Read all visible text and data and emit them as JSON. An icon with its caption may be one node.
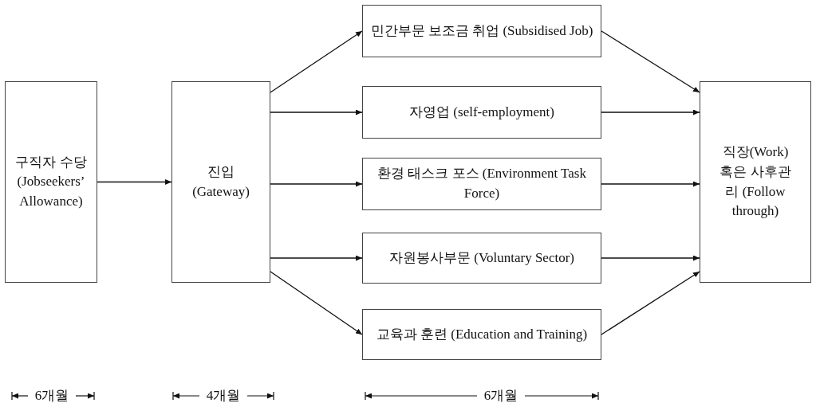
{
  "diagram": {
    "nodes": [
      {
        "text": [
          "구직자 수당 (Jobseekers’ Allowance)"
        ]
      },
      {
        "text": [
          "진입 (Gateway)"
        ]
      },
      {
        "text": [
          "민간부문 보조금 취업 (Subsidised Job)"
        ]
      },
      {
        "text": [
          "자영업 (self-employment)"
        ]
      },
      {
        "text": [
          "환경 태스크 포스 (Environment Task Force)"
        ]
      },
      {
        "text": [
          "자원봉사부문 (Voluntary Sector)"
        ]
      },
      {
        "text": [
          "교육과 훈련 (Education and Training)"
        ]
      },
      {
        "text": [
          "직장(Work) 혹은 사후관리 (Follow through)"
        ]
      }
    ],
    "edges": [
      {
        "from": 0,
        "to": 1,
        "arrow": "to"
      },
      {
        "from": 1,
        "to": 2,
        "arrow": "to"
      },
      {
        "from": 1,
        "to": 3,
        "arrow": "to"
      },
      {
        "from": 1,
        "to": 4,
        "arrow": "to"
      },
      {
        "from": 1,
        "to": 5,
        "arrow": "to"
      },
      {
        "from": 1,
        "to": 6,
        "arrow": "to"
      },
      {
        "from": 2,
        "to": 7,
        "arrow": "to"
      },
      {
        "from": 3,
        "to": 7,
        "arrow": "to"
      },
      {
        "from": 4,
        "to": 7,
        "arrow": "to"
      },
      {
        "from": 5,
        "to": 7,
        "arrow": "to"
      },
      {
        "from": 6,
        "to": 7,
        "arrow": "to"
      }
    ],
    "labels": [
      "6개월",
      "4개월",
      "6개월"
    ]
  }
}
